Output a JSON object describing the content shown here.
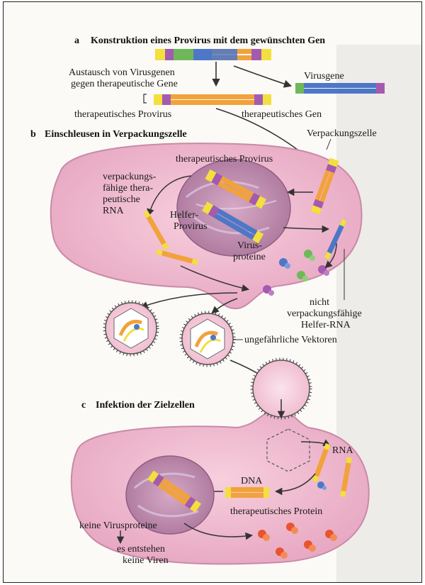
{
  "section_a": {
    "letter": "a",
    "title": "Konstruktion eines Provirus mit dem gewünschten Gen",
    "exchange_line1": "Austausch von Virusgenen",
    "exchange_line2": "gegen therapeutische Gene",
    "virusgene": "Virusgene",
    "therapeutic_provirus": "therapeutisches Provirus",
    "therapeutic_gene": "therapeutisches Gen"
  },
  "section_b": {
    "letter": "b",
    "title": "Einschleusen in Verpackungszelle",
    "packaging_cell": "Verpackungszelle",
    "therapeutic_provirus": "therapeutisches Provirus",
    "rna_line1": "verpackungs-",
    "rna_line2": "fähige thera-",
    "rna_line3": "peutische",
    "rna_line4": "RNA",
    "helper_line1": "Helfer-",
    "helper_line2": "Provirus",
    "virusproteins_line1": "Virus-",
    "virusproteins_line2": "proteine",
    "helper_rna_line1": "nicht",
    "helper_rna_line2": "verpackungsfähige",
    "helper_rna_line3": "Helfer-RNA",
    "vectors": "ungefährliche Vektoren"
  },
  "section_c": {
    "letter": "c",
    "title": "Infektion der Zielzellen",
    "rna": "RNA",
    "dna": "DNA",
    "therapeutic_protein": "therapeutisches Protein",
    "no_virusproteins": "keine Virusproteine",
    "no_viruses_line1": "es entstehen",
    "no_viruses_line2": "keine Viren"
  },
  "colors": {
    "cell": "#ecaec6",
    "nucleus": "#c08aab",
    "orange": "#f2a23a",
    "blue": "#4d77c7",
    "yellow": "#f3df3d",
    "purple": "#a35bb0",
    "green": "#6fb85a",
    "red": "#d84a4a"
  }
}
